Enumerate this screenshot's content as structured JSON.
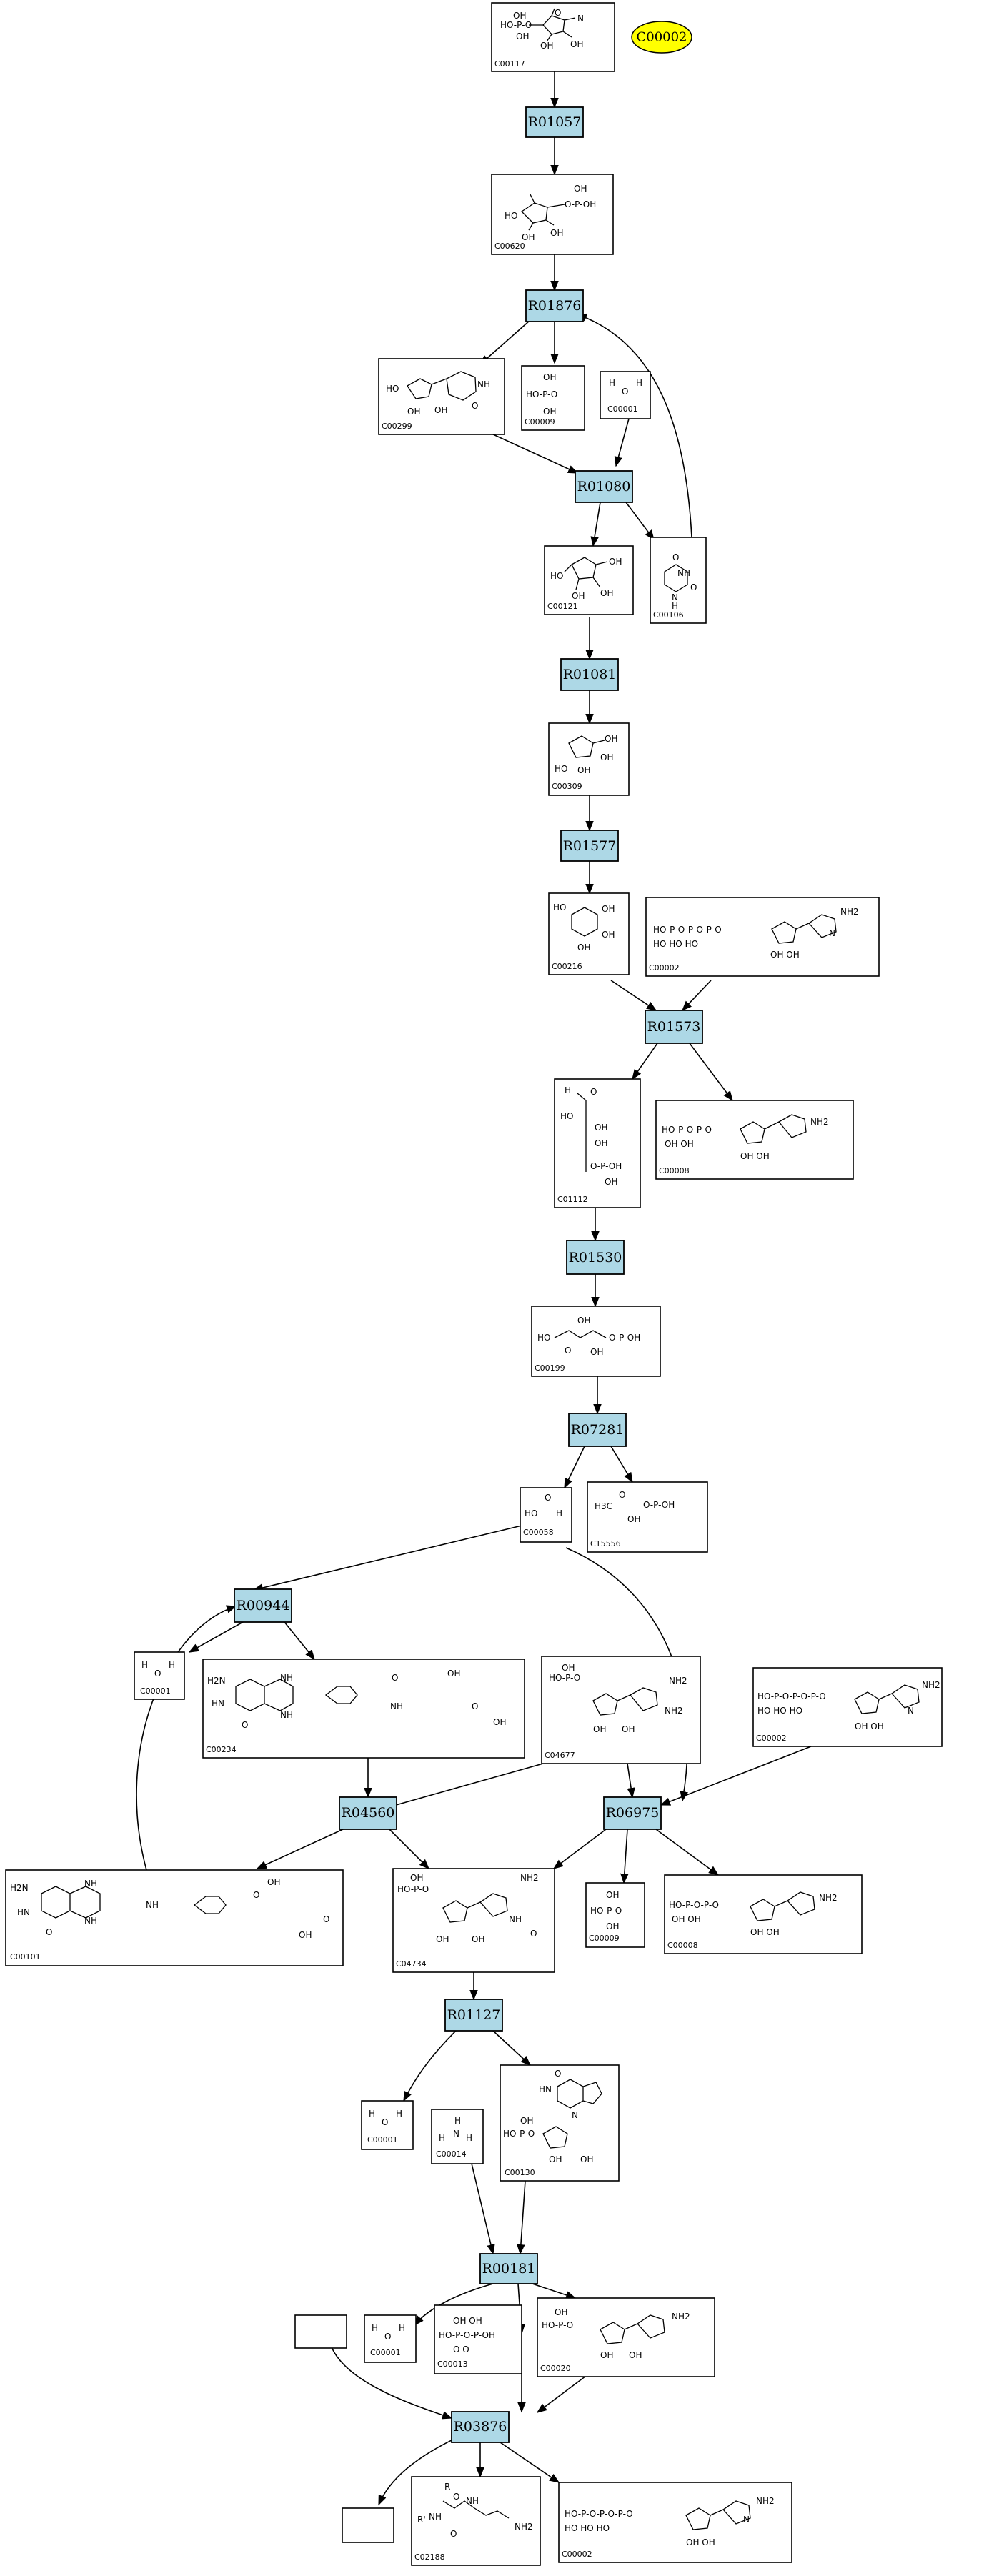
{
  "highlight": {
    "id": "C00002",
    "color": "#ffff00"
  },
  "colors": {
    "reaction_fill": "#add8e6",
    "compound_fill": "#ffffff",
    "stroke": "#000000"
  },
  "reactions": [
    "R01057",
    "R01876",
    "R01080",
    "R01081",
    "R01577",
    "R01573",
    "R01530",
    "R07281",
    "R00944",
    "R04560",
    "R06975",
    "R01127",
    "R00181",
    "R03876"
  ],
  "compounds": [
    {
      "key": "c00117",
      "id": "C00117",
      "atoms": [
        "HO-P-O",
        "OH",
        "O",
        "N",
        "OH",
        "OH"
      ]
    },
    {
      "key": "c00620",
      "id": "C00620",
      "atoms": [
        "HO",
        "O-P-OH",
        "OH",
        "OH",
        "OH"
      ]
    },
    {
      "key": "c00299",
      "id": "C00299",
      "atoms": [
        "HO",
        "NH",
        "OH",
        "O"
      ]
    },
    {
      "key": "c00009a",
      "id": "C00009",
      "atoms": [
        "OH",
        "HO-P-O",
        "OH"
      ]
    },
    {
      "key": "c00001a",
      "id": "C00001",
      "atoms": [
        "H",
        "O",
        "H"
      ]
    },
    {
      "key": "c00121",
      "id": "C00121",
      "atoms": [
        "HO",
        "OH",
        "OH",
        "OH"
      ]
    },
    {
      "key": "c00106",
      "id": "C00106",
      "atoms": [
        "O",
        "NH",
        "N",
        "H",
        "O"
      ]
    },
    {
      "key": "c00309",
      "id": "C00309",
      "atoms": [
        "OH",
        "HO",
        "OH"
      ]
    },
    {
      "key": "c00216",
      "id": "C00216",
      "atoms": [
        "HO",
        "OH",
        "OH",
        "OH"
      ]
    },
    {
      "key": "c00002a",
      "id": "C00002",
      "atoms": [
        "HO-P-O-P-O-P-O",
        "HO HO HO",
        "NH2",
        "N",
        "OH OH"
      ]
    },
    {
      "key": "c01112",
      "id": "C01112",
      "atoms": [
        "H",
        "O",
        "HO",
        "OH",
        "OH",
        "O-P-OH",
        "OH"
      ]
    },
    {
      "key": "c00008",
      "id": "C00008",
      "atoms": [
        "HO-P-O-P-O",
        "OH OH",
        "NH2",
        "OH OH"
      ]
    },
    {
      "key": "c00199",
      "id": "C00199",
      "atoms": [
        "HO",
        "OH",
        "O",
        "OH",
        "O-P-OH"
      ]
    },
    {
      "key": "c00058",
      "id": "C00058",
      "atoms": [
        "HO",
        "O",
        "H"
      ]
    },
    {
      "key": "c15556",
      "id": "C15556",
      "atoms": [
        "H3C",
        "O",
        "OH",
        "O-P-OH"
      ]
    },
    {
      "key": "c00001b",
      "id": "C00001",
      "atoms": [
        "H",
        "O",
        "H"
      ]
    },
    {
      "key": "c00234",
      "id": "C00234",
      "atoms": [
        "H2N",
        "NH",
        "HN",
        "NH",
        "O",
        "OH",
        "O",
        "NH",
        "OH",
        "O"
      ]
    },
    {
      "key": "c04677",
      "id": "C04677",
      "atoms": [
        "HO-P-O",
        "OH",
        "NH2",
        "NH2",
        "OH",
        "OH"
      ]
    },
    {
      "key": "c00002b",
      "id": "C00002",
      "atoms": [
        "HO-P-O-P-O-P-O",
        "HO HO HO",
        "NH2",
        "N",
        "OH OH"
      ]
    },
    {
      "key": "c00101",
      "id": "C00101",
      "atoms": [
        "H2N",
        "NH",
        "HN",
        "NH",
        "NH",
        "O",
        "OH",
        "O",
        "OH",
        "O"
      ]
    },
    {
      "key": "c04734",
      "id": "C04734",
      "atoms": [
        "HO-P-O",
        "OH",
        "NH2",
        "NH",
        "O",
        "OH",
        "OH"
      ]
    },
    {
      "key": "c00009b",
      "id": "C00009",
      "atoms": [
        "OH",
        "HO-P-O",
        "OH"
      ]
    },
    {
      "key": "c00008b",
      "id": "C00008",
      "atoms": [
        "HO-P-O-P-O",
        "OH OH",
        "NH2",
        "OH OH"
      ]
    },
    {
      "key": "c00001c",
      "id": "C00001",
      "atoms": [
        "H",
        "O",
        "H"
      ]
    },
    {
      "key": "c00014",
      "id": "C00014",
      "atoms": [
        "H",
        "N",
        "H",
        "H"
      ]
    },
    {
      "key": "c00130",
      "id": "C00130",
      "atoms": [
        "O",
        "HN",
        "N",
        "HO-P-O",
        "OH",
        "OH",
        "OH"
      ]
    },
    {
      "key": "c00001d",
      "id": "C00001",
      "atoms": [
        "H",
        "O",
        "H"
      ]
    },
    {
      "key": "c00013",
      "id": "C00013",
      "atoms": [
        "OH OH",
        "HO-P-O-P-OH",
        "O O"
      ]
    },
    {
      "key": "c00020",
      "id": "C00020",
      "atoms": [
        "HO-P-O",
        "OH",
        "NH2",
        "OH",
        "OH"
      ]
    },
    {
      "key": "c02188",
      "id": "C02188",
      "atoms": [
        "R",
        "R'",
        "NH",
        "O",
        "NH",
        "O",
        "NH2"
      ]
    },
    {
      "key": "c00002c",
      "id": "C00002",
      "atoms": [
        "HO-P-O-P-O-P-O",
        "HO HO HO",
        "NH2",
        "N",
        "OH OH"
      ]
    }
  ]
}
